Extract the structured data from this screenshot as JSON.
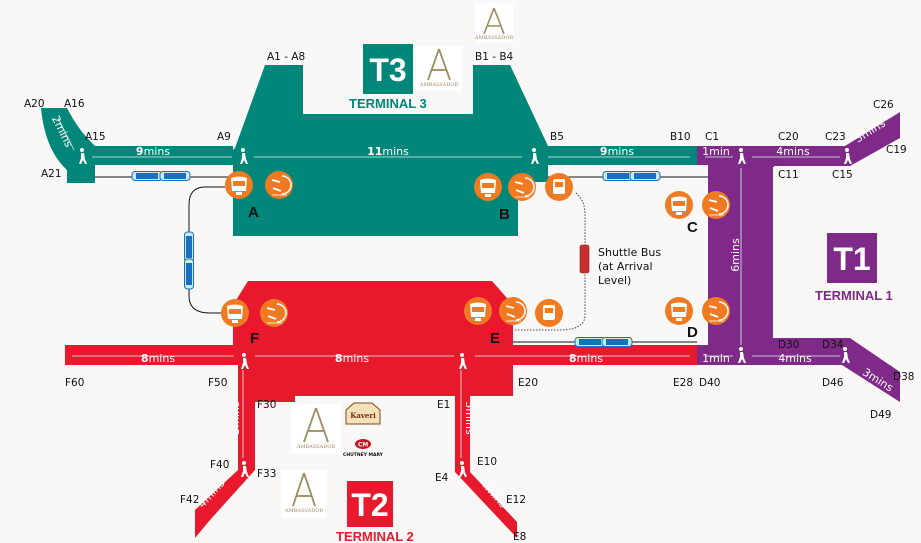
{
  "colors": {
    "terminal3": "#00877a",
    "terminal1": "#7f2a88",
    "terminal2": "#e8192c",
    "service_orange": "#ef7a22",
    "train_blue": "#1a6fc0",
    "shuttle_red": "#c62f2f",
    "background": "#faf8f7"
  },
  "terminals": {
    "t3": {
      "badge": "T3",
      "name": "TERMINAL 3"
    },
    "t1": {
      "badge": "T1",
      "name": "TERMINAL 1"
    },
    "t2": {
      "badge": "T2",
      "name": "TERMINAL 2"
    }
  },
  "zones": [
    "A",
    "B",
    "C",
    "D",
    "E",
    "F"
  ],
  "gates": {
    "a20": "A20",
    "a16": "A16",
    "a15": "A15",
    "a21": "A21",
    "a9": "A9",
    "a1_a8": "A1 - A8",
    "b1_b4": "B1 - B4",
    "b5": "B5",
    "b10": "B10",
    "c1": "C1",
    "c20": "C20",
    "c23": "C23",
    "c26": "C26",
    "c19": "C19",
    "c11": "C11",
    "c15": "C15",
    "d30": "D30",
    "d34": "D34",
    "d38": "D38",
    "d46": "D46",
    "d49": "D49",
    "d40": "D40",
    "e28": "E28",
    "e20": "E20",
    "e1": "E1",
    "e10": "E10",
    "e4": "E4",
    "e12": "E12",
    "e8": "E8",
    "f60": "F60",
    "f50": "F50",
    "f30": "F30",
    "f40": "F40",
    "f33": "F33",
    "f42": "F42"
  },
  "walk_times": {
    "a16_a21": {
      "num": "2",
      "unit": "mins"
    },
    "a15_a9": {
      "num": "9",
      "unit": "mins"
    },
    "a9_b5": {
      "num": "11",
      "unit": "mins"
    },
    "b5_b10": {
      "num": "9",
      "unit": "mins"
    },
    "b10_c1": {
      "num": "1",
      "unit": "min"
    },
    "c1_c15": {
      "num": "4",
      "unit": "mins"
    },
    "c15_c26": {
      "num": "3",
      "unit": "mins"
    },
    "c_to_d": {
      "num": "6",
      "unit": "mins"
    },
    "e28_d40": {
      "num": "1",
      "unit": "min"
    },
    "d40_d46": {
      "num": "4",
      "unit": "mins"
    },
    "d46_d49": {
      "num": "3",
      "unit": "mins"
    },
    "f60_f50": {
      "num": "8",
      "unit": "mins"
    },
    "f50_e20": {
      "num": "8",
      "unit": "mins"
    },
    "e20_e28": {
      "num": "8",
      "unit": "mins"
    },
    "f50_f33": {
      "num": "3",
      "unit": "mins"
    },
    "f33_f42": {
      "num": "4",
      "unit": "mins"
    },
    "e1_e10": {
      "num": "3",
      "unit": "mins"
    },
    "e10_e8": {
      "num": "4",
      "unit": "mins"
    }
  },
  "shuttle_note": {
    "line1": "Shuttle Bus",
    "line2": "(at Arrival",
    "line3": "Level)"
  },
  "logos": {
    "ambassador": "AMBASSADOR",
    "kaveri": "Kaveri",
    "chutney_mary": "CHUTNEY MARY",
    "chutney_mary_mark": "CM"
  }
}
